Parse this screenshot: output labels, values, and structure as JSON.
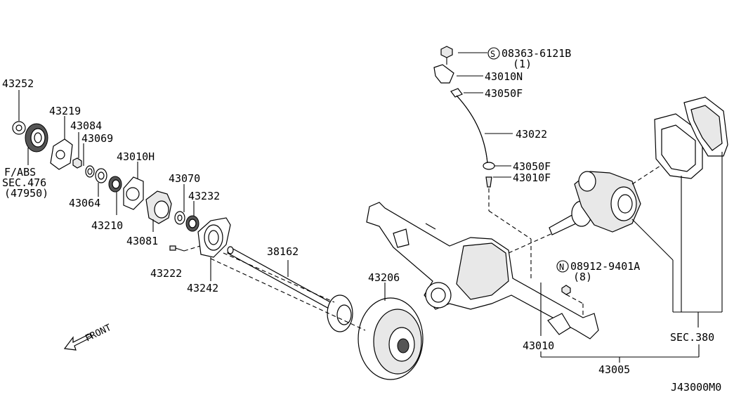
{
  "labels": {
    "p43252": "43252",
    "p43219": "43219",
    "p43084": "43084",
    "p43069": "43069",
    "p43010h": "43010H",
    "p43070": "43070",
    "p43232": "43232",
    "p43064": "43064",
    "p43210": "43210",
    "p43081": "43081",
    "p43222": "43222",
    "p43242": "43242",
    "p38162": "38162",
    "p43206": "43206",
    "p43010": "43010",
    "p43005": "43005",
    "p43022": "43022",
    "p43050f_top": "43050F",
    "p43050f_bot": "43050F",
    "p43010n": "43010N",
    "p43010f": "43010F",
    "bolt_s_prefix": "S",
    "bolt_s_part": "08363-6121B",
    "bolt_s_qty": "(1)",
    "nut_n_prefix": "N",
    "nut_n_part": "08912-9401A",
    "nut_n_qty": "(8)",
    "sec380": "SEC.380",
    "fabs_line1": "F/ABS",
    "fabs_line2": "SEC.476",
    "fabs_line3": "(47950)",
    "front": "FRONT",
    "diagram_id": "J43000M0"
  }
}
